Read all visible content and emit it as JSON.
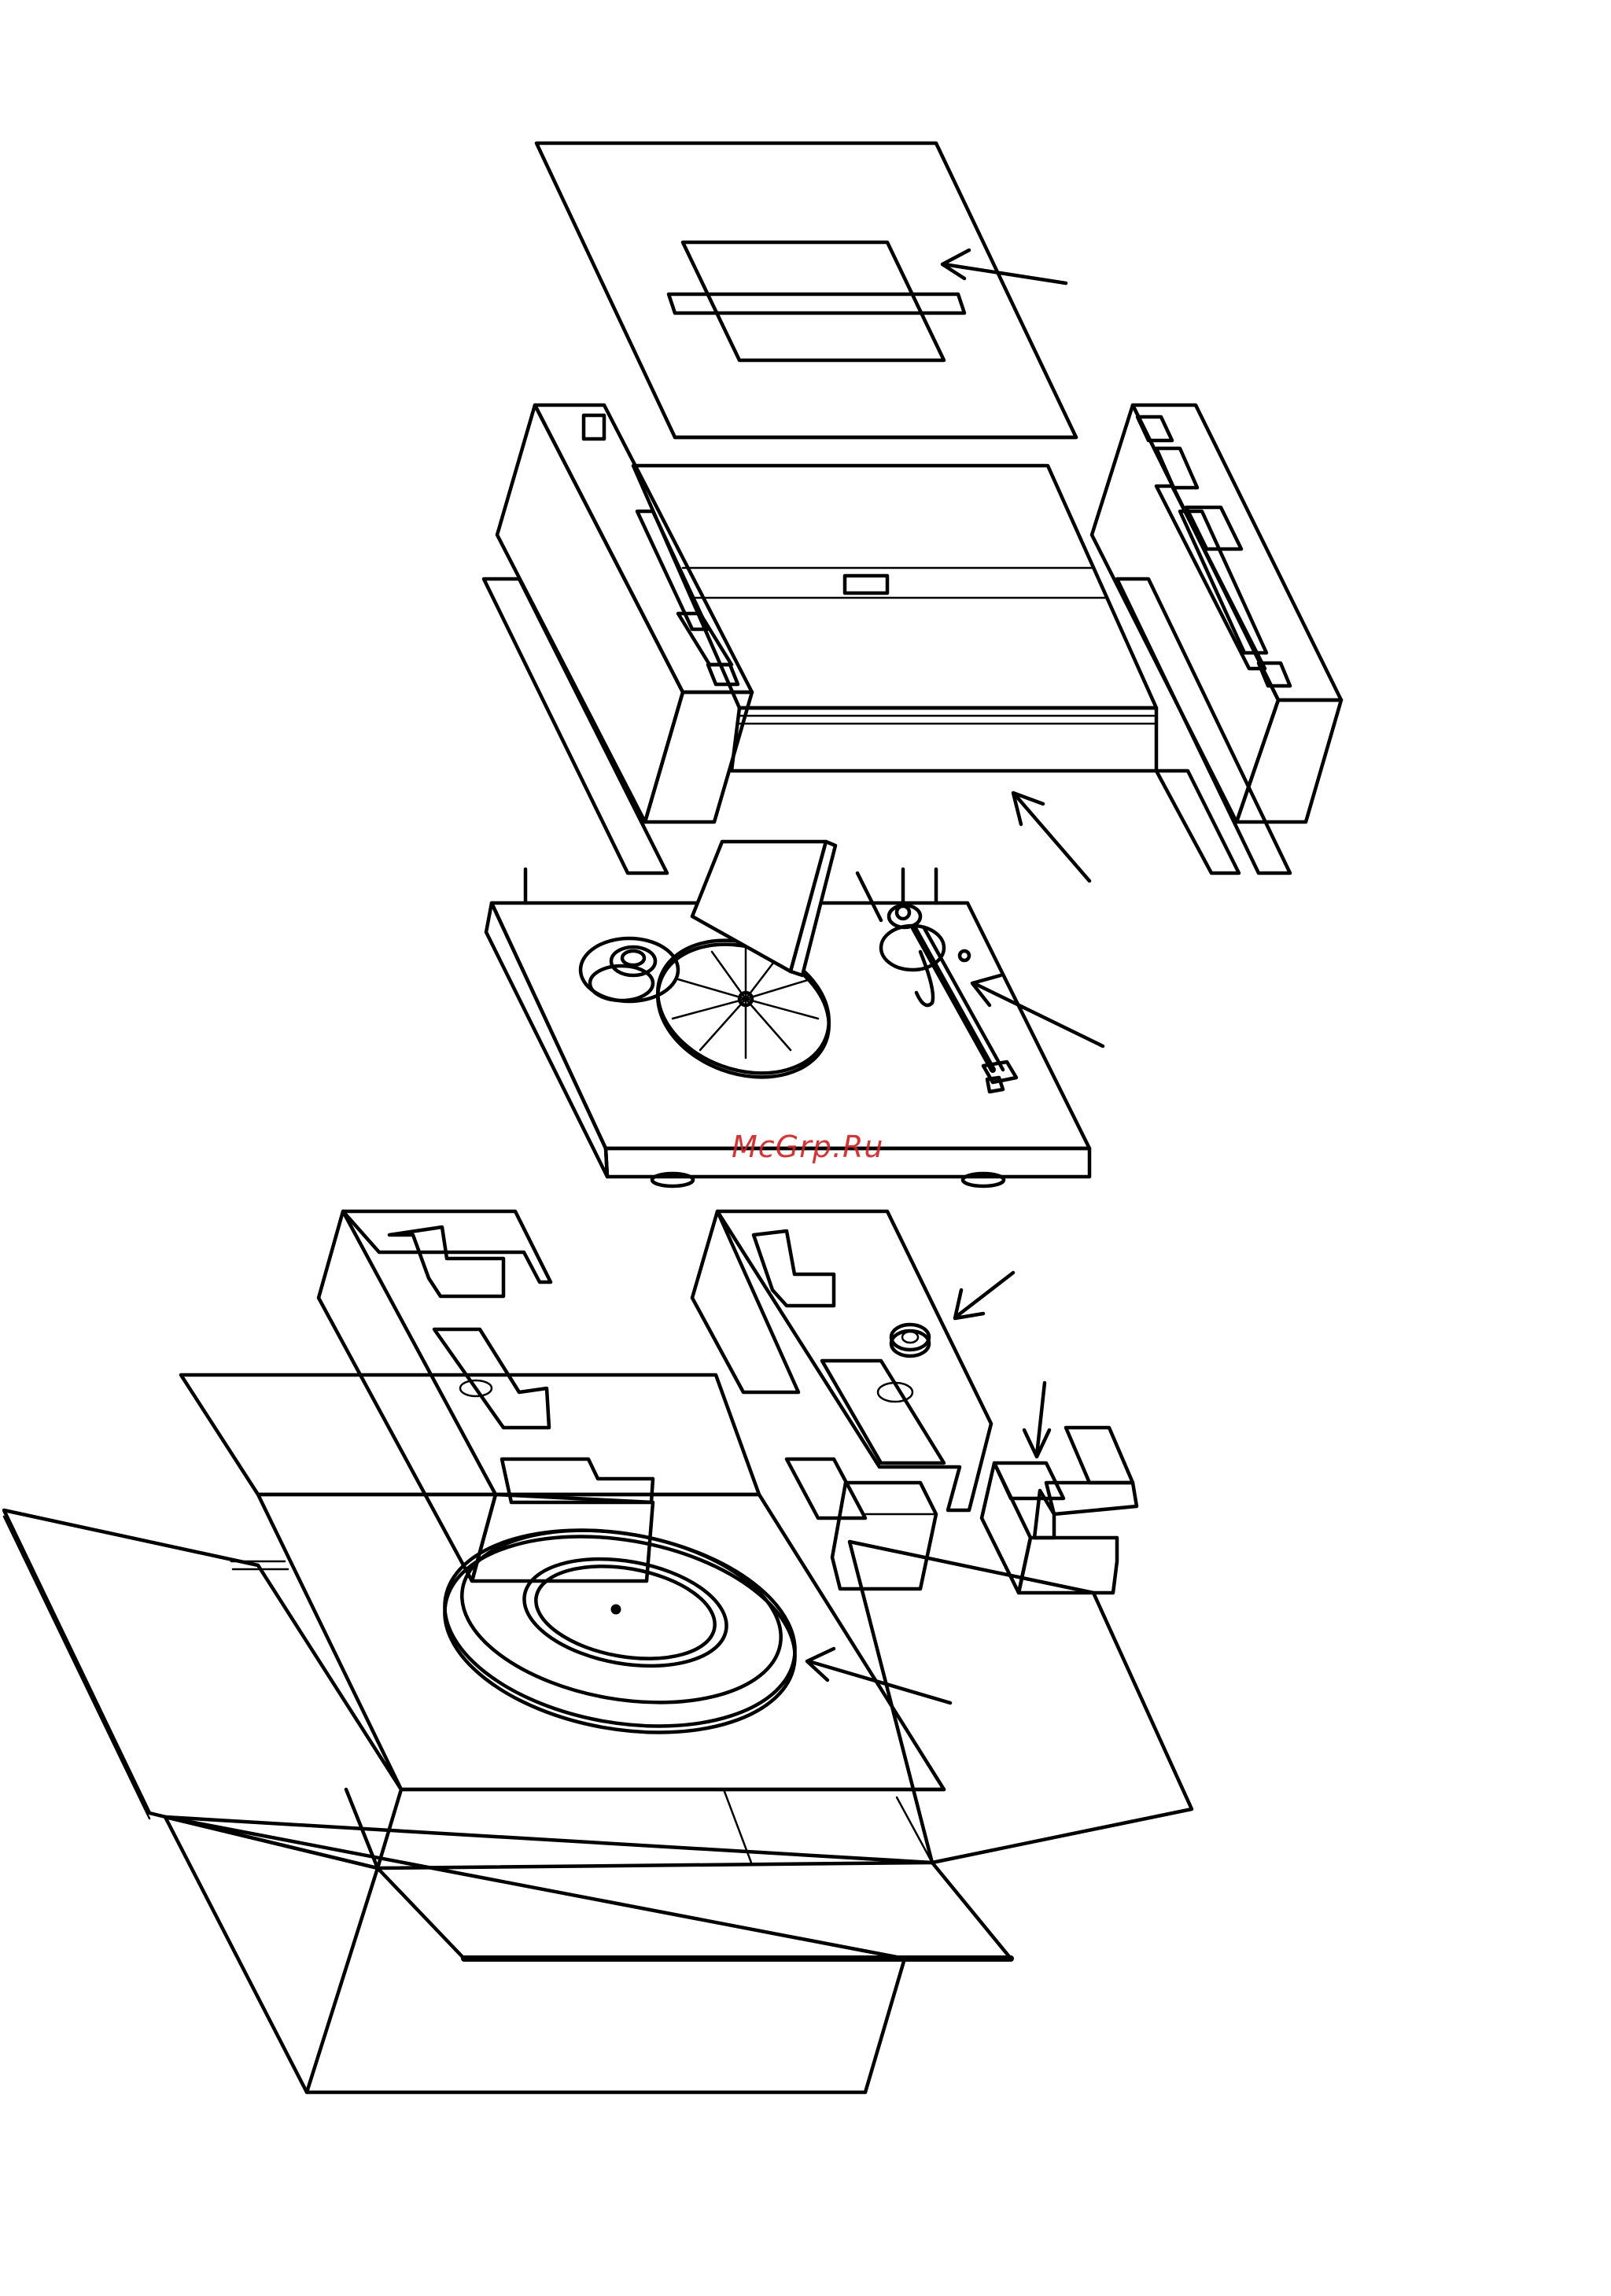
{
  "watermark": {
    "text": "McGrp.Ru",
    "color": "#cc2222"
  },
  "line_color": "#000000",
  "background_color": "#ffffff",
  "parts": [
    "dust-cover",
    "top-packaging-frame",
    "turntable-plinth",
    "tonearm",
    "platter-mat-spindle-area",
    "bottom-packaging-inserts",
    "counterweight",
    "small-accessory-box",
    "platter",
    "cardboard-box"
  ]
}
